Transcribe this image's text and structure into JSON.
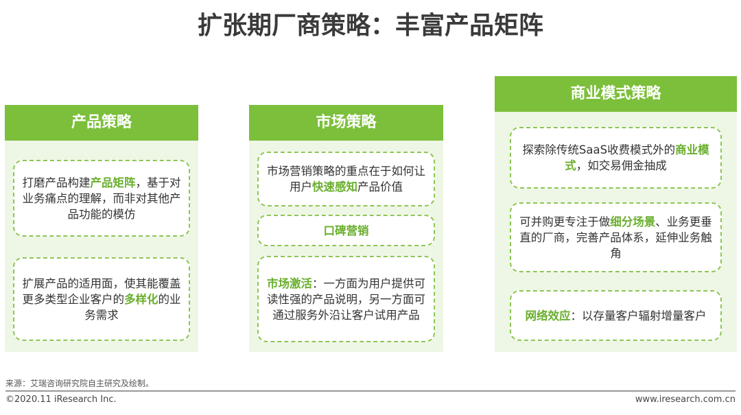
{
  "title": "扩张期厂商策略：丰富产品矩阵",
  "columns": [
    {
      "header": "产品策略",
      "cards": [
        {
          "pre": "打磨产品构建",
          "hl": "产品矩阵",
          "post": "，基于对业务痛点的理解，而非对其他产品功能的模仿"
        },
        {
          "pre": "扩展产品的适用面，使其能覆盖更多类型企业客户的",
          "hl": "多样化",
          "post": "的业务需求"
        }
      ]
    },
    {
      "header": "市场策略",
      "cards": [
        {
          "pre": "市场营销策略的重点在于如何让用户",
          "hl": "快速感知",
          "post": "产品价值"
        },
        {
          "pre": "",
          "hl": "口碑营销",
          "post": ""
        },
        {
          "pre": "",
          "hl": "市场激活",
          "post": "：一方面为用户提供可读性强的产品说明，另一方面可通过服务外沿让客户试用产品"
        }
      ]
    },
    {
      "header": "商业模式策略",
      "cards": [
        {
          "pre": "探索除传统SaaS收费模式外的",
          "hl": "商业模式",
          "post": "，如交易佣金抽成"
        },
        {
          "pre": "可并购更专注于做",
          "hl": "细分场景",
          "post": "、业务更垂直的厂商，完善产品体系，延伸业务触角"
        },
        {
          "pre": "",
          "hl": "网络效应",
          "post": "：以存量客户辐射增量客户"
        }
      ]
    }
  ],
  "footer": {
    "source": "来源：艾瑞咨询研究院自主研究及绘制。",
    "copyright": "©2020.11 iResearch Inc.",
    "url": "www.iresearch.com.cn"
  }
}
